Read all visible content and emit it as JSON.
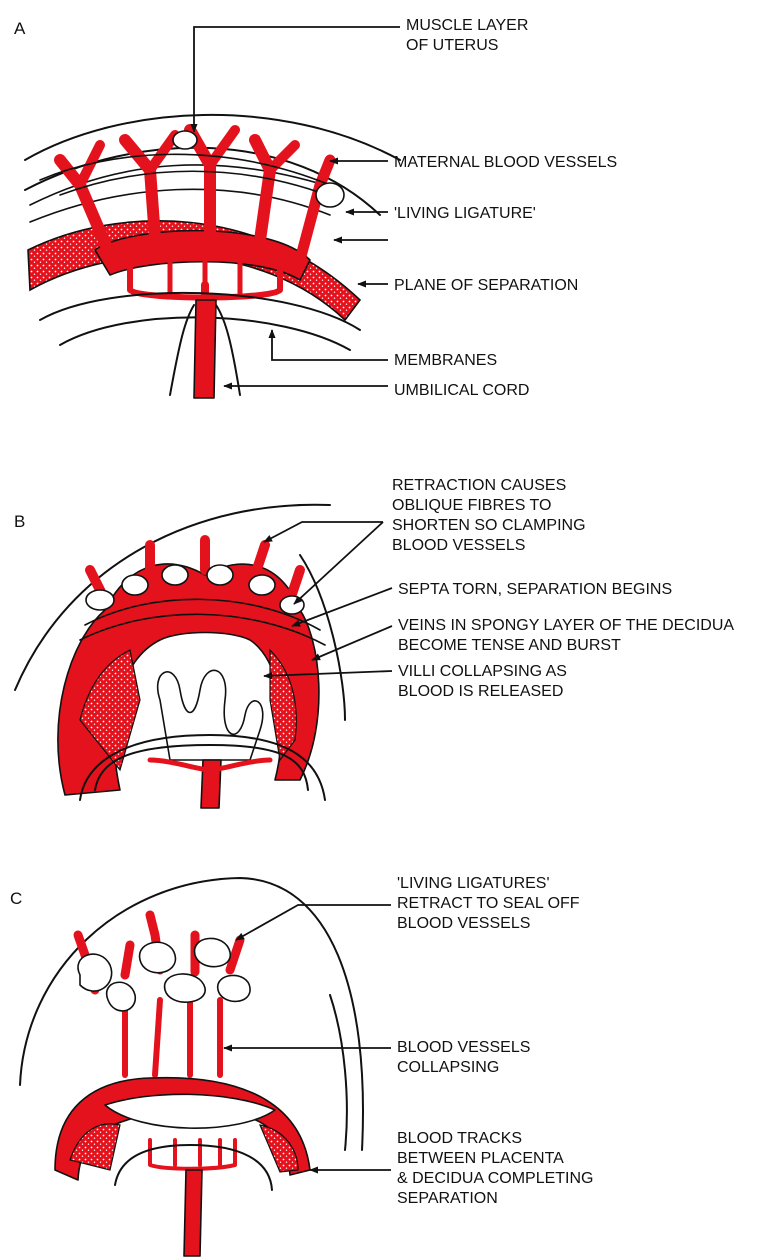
{
  "colors": {
    "blood": "#e4121d",
    "ink": "#111111",
    "paper": "#ffffff"
  },
  "panels": [
    {
      "letter": "A",
      "labels": [
        [
          "MUSCLE LAYER",
          "OF UTERUS"
        ],
        [
          "MATERNAL BLOOD VESSELS"
        ],
        [
          "'LIVING LIGATURE'"
        ],
        [
          "PLANE OF SEPARATION"
        ],
        [
          "MEMBRANES"
        ],
        [
          "UMBILICAL CORD"
        ]
      ]
    },
    {
      "letter": "B",
      "labels": [
        [
          "RETRACTION CAUSES",
          "OBLIQUE FIBRES TO",
          "SHORTEN SO CLAMPING",
          "BLOOD VESSELS"
        ],
        [
          "SEPTA TORN, SEPARATION BEGINS"
        ],
        [
          "VEINS IN SPONGY LAYER OF THE DECIDUA",
          "BECOME TENSE AND BURST"
        ],
        [
          "VILLI COLLAPSING AS",
          "BLOOD IS RELEASED"
        ]
      ]
    },
    {
      "letter": "C",
      "labels": [
        [
          "'LIVING LIGATURES'",
          "RETRACT TO SEAL OFF",
          "BLOOD VESSELS"
        ],
        [
          "BLOOD VESSELS",
          "COLLAPSING"
        ],
        [
          "BLOOD TRACKS",
          "BETWEEN PLACENTA",
          "& DECIDUA COMPLETING",
          "SEPARATION"
        ]
      ]
    }
  ]
}
